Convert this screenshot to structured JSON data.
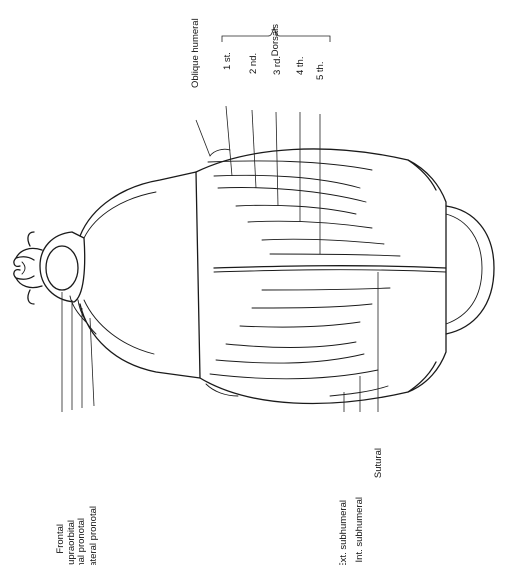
{
  "labels": {
    "frontal": "Frontal",
    "supraorbital": "Supraorbital",
    "marginal_pronotal": "Marginal pronotal",
    "lateral_pronotal": "Lateral pronotal",
    "ext_subhumeral": "Ext. subhumeral",
    "int_subhumeral": "Int. subhumeral",
    "sutural": "Sutural",
    "oblique_humeral": "Oblique humeral",
    "dorsal_1": "1 st.",
    "dorsal_2": "2 nd.",
    "dorsal_3": "3 rd.",
    "dorsal_4": "4 th.",
    "dorsal_5": "5 th.",
    "dorsals_group": "Dorsals"
  }
}
